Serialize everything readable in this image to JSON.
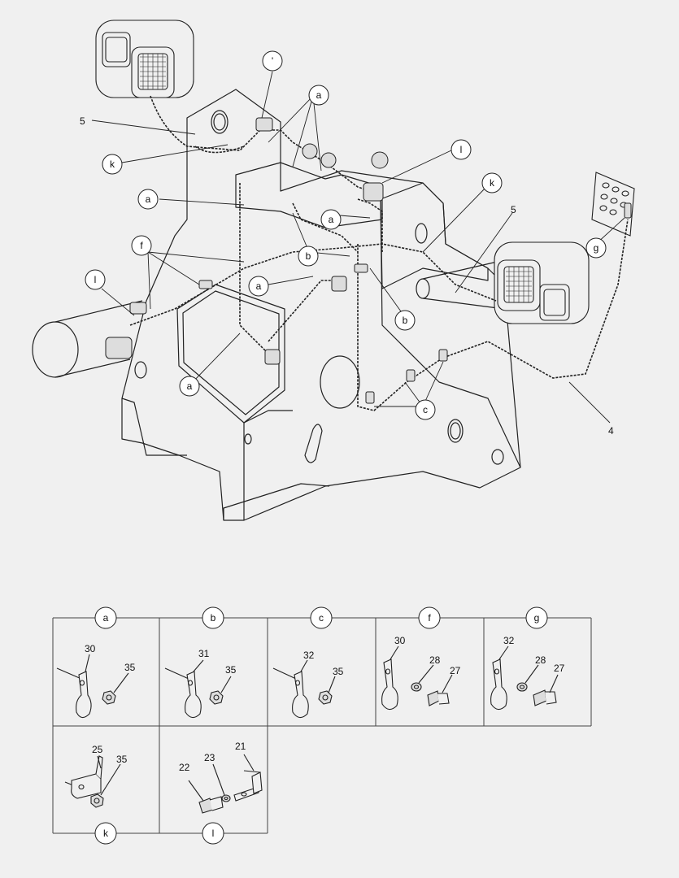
{
  "main_callouts": {
    "k_top": "k",
    "a_top_right": "a",
    "l_top": "l",
    "k_right": "k",
    "a_left_mid": "a",
    "f_left": "f",
    "l_left": "l",
    "a_center_right": "a",
    "b_center": "b",
    "a_center": "a",
    "b_right": "b",
    "a_bottom": "a",
    "c_bottom": "c",
    "g_right": "g",
    "top_small_mark": "'"
  },
  "main_numbers": {
    "n5_top": "5",
    "n5_right": "5",
    "n4": "4"
  },
  "details_row1": [
    {
      "tag": "a",
      "part": "30",
      "nut": "35"
    },
    {
      "tag": "b",
      "part": "31",
      "nut": "35"
    },
    {
      "tag": "c",
      "part": "32",
      "nut": "35"
    },
    {
      "tag": "f",
      "part": "30",
      "washer": "28",
      "bolt": "27"
    },
    {
      "tag": "g",
      "part": "32",
      "washer": "28",
      "bolt": "27"
    }
  ],
  "details_row2": [
    {
      "tag": "k",
      "part": "25",
      "nut": "35"
    },
    {
      "tag": "l",
      "bolt": "22",
      "washer": "23",
      "bracket": "21"
    }
  ]
}
